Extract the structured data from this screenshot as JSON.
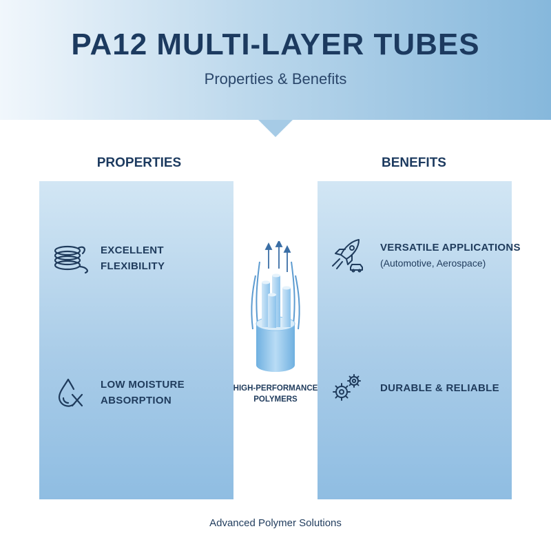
{
  "header": {
    "title": "PA12 MULTI-LAYER TUBES",
    "subtitle": "Properties & Benefits"
  },
  "properties": {
    "heading": "PROPERTIES",
    "items": [
      {
        "line1": "EXCELLENT",
        "line2": "FLEXIBILITY",
        "icon": "coiled-tube-icon"
      },
      {
        "line1": "LOW MOISTURE",
        "line2": "ABSORPTION",
        "icon": "water-drop-x-icon"
      }
    ]
  },
  "center": {
    "label_line1": "HIGH-PERFORMANCE",
    "label_line2": "POLYMERS",
    "icon": "multi-layer-tube-icon"
  },
  "benefits": {
    "heading": "BENEFITS",
    "items": [
      {
        "line1": "VERSATILE APPLICATIONS",
        "line2": "(Automotive, Aerospace)",
        "icon": "rocket-car-icon"
      },
      {
        "line1": "DURABLE & RELIABLE",
        "line2": "",
        "icon": "gears-icon"
      }
    ]
  },
  "footer": {
    "text": "Advanced Polymer Solutions"
  },
  "colors": {
    "text": "#1f3b5c",
    "header_light": "#f1f7fc",
    "header_dark": "#86b8dc",
    "panel_top": "#d2e6f4",
    "panel_bottom": "#8fbde2",
    "tube": "#8cc3ec"
  }
}
